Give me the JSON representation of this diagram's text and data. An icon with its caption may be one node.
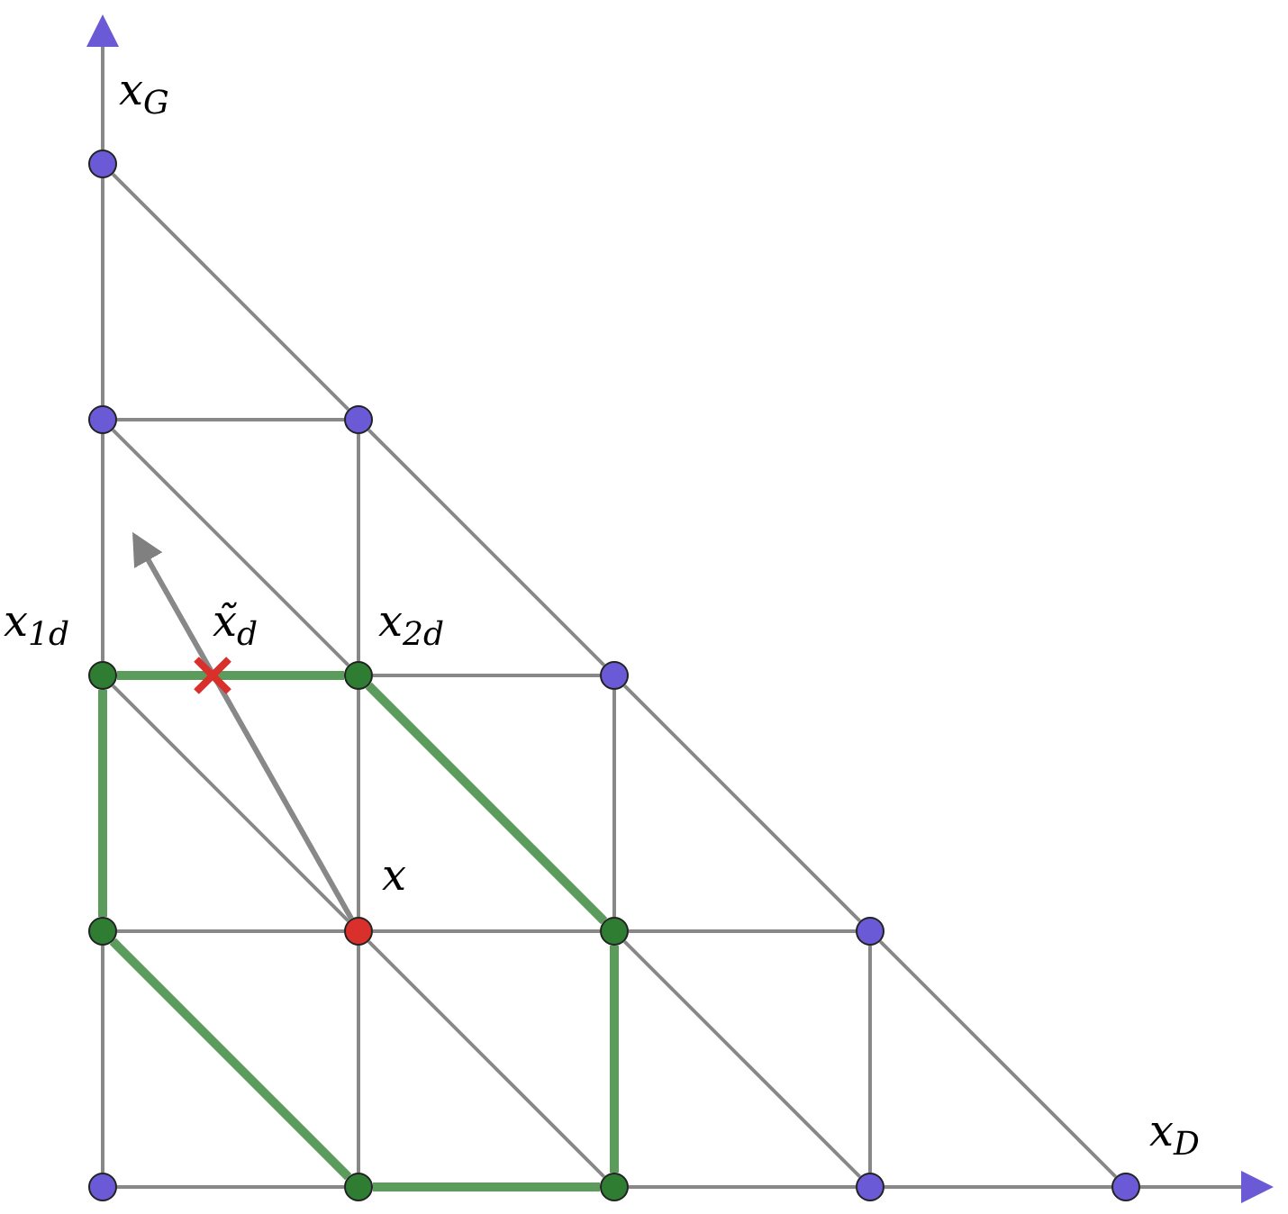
{
  "diagram": {
    "nodes": [
      {
        "text": [],
        "shape": "circle"
      },
      {
        "text": [],
        "shape": "circle"
      },
      {
        "text": [],
        "shape": "circle"
      },
      {
        "text": [],
        "shape": "circle",
        "beside": [
          "*x*$_{1d}$"
        ]
      },
      {
        "text": [],
        "shape": "circle",
        "beside": [
          "*x*$_{2d}$"
        ]
      },
      {
        "text": [],
        "shape": "circle"
      },
      {
        "text": [],
        "shape": "circle"
      },
      {
        "text": [],
        "shape": "circle",
        "beside": [
          "x"
        ]
      },
      {
        "text": [],
        "shape": "circle"
      },
      {
        "text": [],
        "shape": "circle"
      },
      {
        "text": [],
        "shape": "circle"
      },
      {
        "text": [],
        "shape": "circle"
      },
      {
        "text": [],
        "shape": "circle"
      },
      {
        "text": [],
        "shape": "circle"
      },
      {
        "text": [],
        "shape": "circle"
      }
    ],
    "edges": [
      {
        "from": 1,
        "to": 0,
        "arrow": "none"
      },
      {
        "from": 0,
        "to": 2,
        "arrow": "none"
      },
      {
        "from": 1,
        "to": 2,
        "arrow": "none"
      },
      {
        "from": 3,
        "to": 1,
        "arrow": "none"
      },
      {
        "from": 1,
        "to": 4,
        "arrow": "none"
      },
      {
        "from": 4,
        "to": 2,
        "arrow": "none"
      },
      {
        "from": 2,
        "to": 5,
        "arrow": "none"
      },
      {
        "from": 3,
        "to": 4,
        "arrow": "none",
        "style": "thick",
        "color": "#5b9b5b"
      },
      {
        "from": 4,
        "to": 5,
        "arrow": "none"
      },
      {
        "from": 6,
        "to": 3,
        "arrow": "none",
        "style": "thick",
        "color": "#5b9b5b"
      },
      {
        "from": 3,
        "to": 7,
        "arrow": "none"
      },
      {
        "from": 7,
        "to": 4,
        "arrow": "none"
      },
      {
        "from": 4,
        "to": 8,
        "arrow": "none",
        "style": "thick",
        "color": "#5b9b5b"
      },
      {
        "from": 8,
        "to": 5,
        "arrow": "none"
      },
      {
        "from": 5,
        "to": 9,
        "arrow": "none"
      },
      {
        "from": 6,
        "to": 7,
        "arrow": "none"
      },
      {
        "from": 7,
        "to": 8,
        "arrow": "none"
      },
      {
        "from": 8,
        "to": 9,
        "arrow": "none"
      },
      {
        "from": 10,
        "to": 6,
        "arrow": "none"
      },
      {
        "from": 6,
        "to": 11,
        "arrow": "none",
        "style": "thick",
        "color": "#5b9b5b"
      },
      {
        "from": 11,
        "to": 7,
        "arrow": "none"
      },
      {
        "from": 7,
        "to": 12,
        "arrow": "none"
      },
      {
        "from": 12,
        "to": 8,
        "arrow": "none",
        "style": "thick",
        "color": "#5b9b5b"
      },
      {
        "from": 8,
        "to": 13,
        "arrow": "none"
      },
      {
        "from": 13,
        "to": 9,
        "arrow": "none"
      },
      {
        "from": 9,
        "to": 14,
        "arrow": "none"
      },
      {
        "from": 10,
        "to": 11,
        "arrow": "none"
      },
      {
        "from": 11,
        "to": 12,
        "arrow": "none",
        "style": "thick",
        "color": "#5b9b5b"
      },
      {
        "from": 12,
        "to": 13,
        "arrow": "none"
      },
      {
        "from": 13,
        "to": 14,
        "arrow": "none"
      },
      {
        "from": 7,
        "to": null,
        "arrow": "to"
      }
    ],
    "labels": [
      "*x*$_{G}$",
      "x̃$_{d}$",
      "*x*$_{D}$"
    ]
  }
}
